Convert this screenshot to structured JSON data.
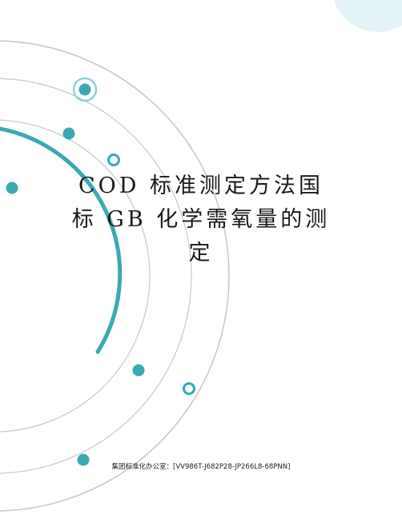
{
  "cover": {
    "title_lines": [
      "COD 标准测定方法国",
      "标 GB 化学需氧量的测",
      "定"
    ],
    "document_code": "集团标准化办公室：[VV986T-J682P28-JP266L8-68PNN]"
  },
  "theme": {
    "accent": "#3aa9b1",
    "ring_gray": "#c8c8c8",
    "corner_tint": "#e4f3f5"
  }
}
